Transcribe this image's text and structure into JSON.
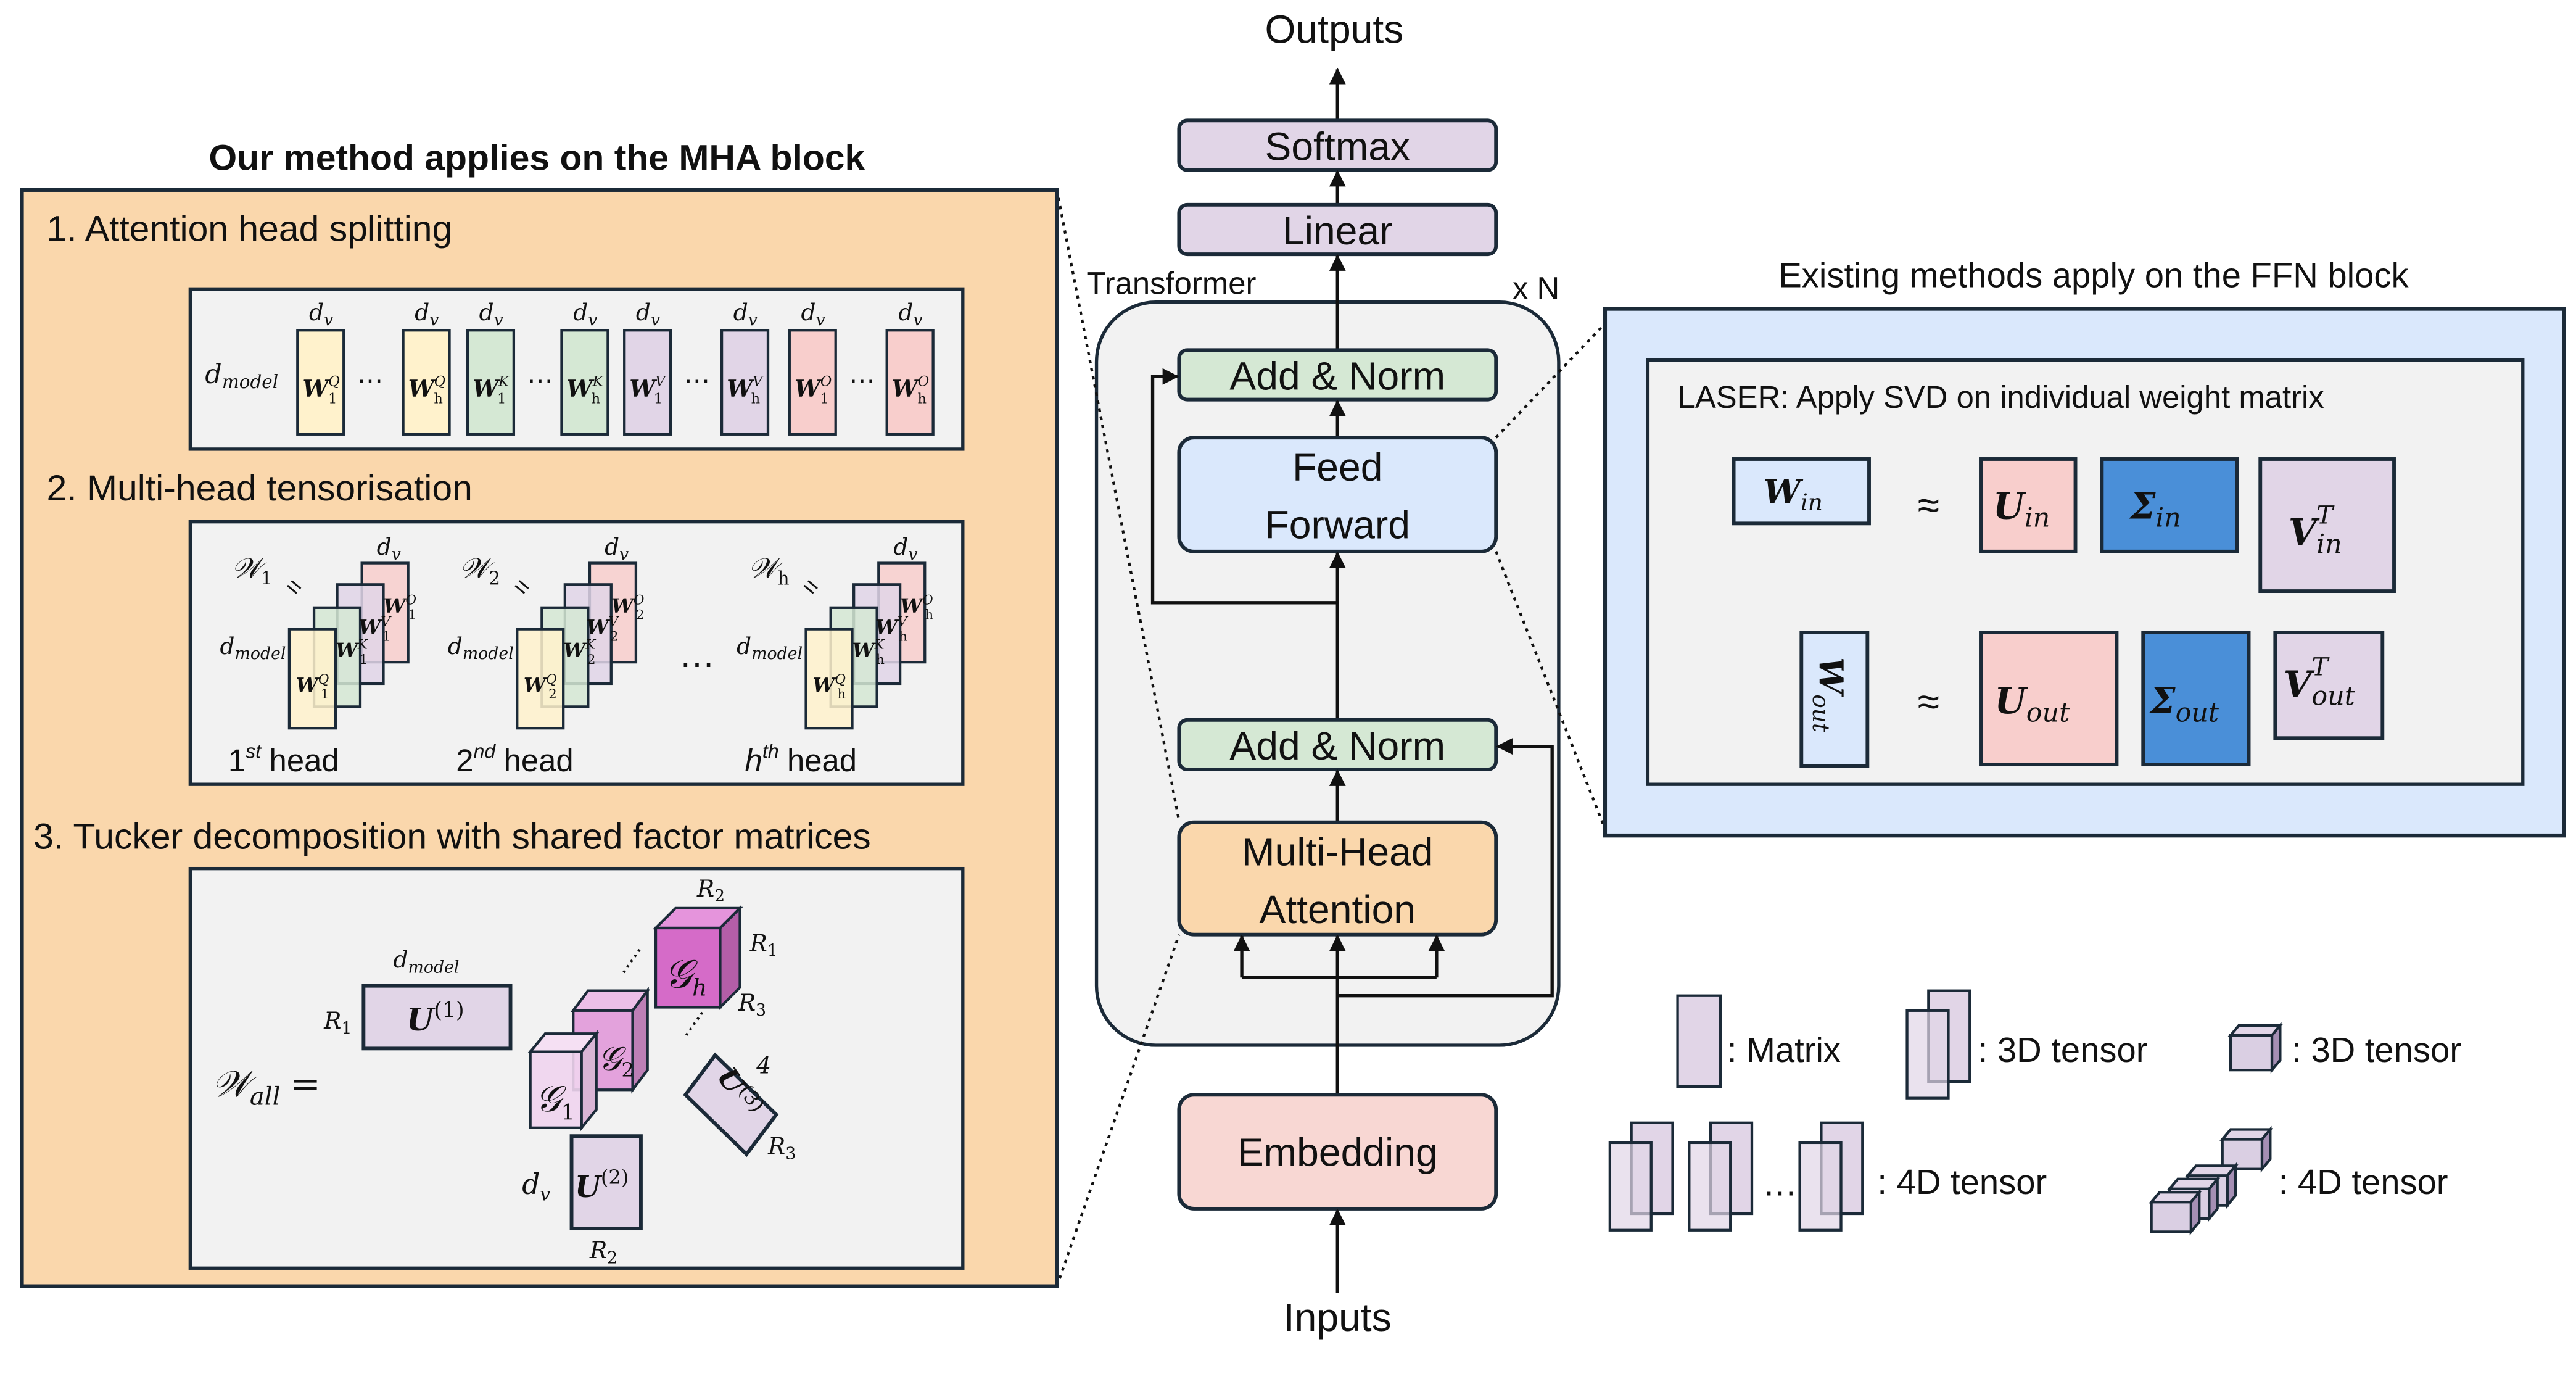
{
  "colors": {
    "lavender": "#e1d5e7",
    "green": "#d5e8d4",
    "blue_light": "#dae8fc",
    "orange": "#fad7ac",
    "pink": "#f8cecc",
    "yellow": "#fff2cc",
    "grey": "#f2f2f2",
    "sigma_blue": "#4a8fd8",
    "core_dark": "#d56bc8",
    "core_mid": "#e3a2dc",
    "core_light": "#f0d4ee",
    "stroke": "#1b2a38"
  },
  "transformer": {
    "outputs": "Outputs",
    "softmax": "Softmax",
    "linear": "Linear",
    "label": "Transformer",
    "repeat": "x N",
    "add_norm_top": "Add & Norm",
    "feed_forward_1": "Feed",
    "feed_forward_2": "Forward",
    "add_norm_bottom": "Add & Norm",
    "mha_1": "Multi-Head",
    "mha_2": "Attention",
    "embedding": "Embedding",
    "inputs": "Inputs"
  },
  "left": {
    "title": "Our method applies on the MHA block",
    "step1": {
      "title": "1. Attention head splitting",
      "row_label": {
        "base": "d",
        "sub": "model"
      },
      "col_label": {
        "base": "d",
        "sub": "v"
      },
      "matrices": [
        {
          "base": "W",
          "sup": "Q",
          "sub": "1",
          "color": "#fff2cc"
        },
        {
          "base": "W",
          "sup": "Q",
          "sub": "h",
          "color": "#fff2cc"
        },
        {
          "base": "W",
          "sup": "K",
          "sub": "1",
          "color": "#d5e8d4"
        },
        {
          "base": "W",
          "sup": "K",
          "sub": "h",
          "color": "#d5e8d4"
        },
        {
          "base": "W",
          "sup": "V",
          "sub": "1",
          "color": "#e1d5e7"
        },
        {
          "base": "W",
          "sup": "V",
          "sub": "h",
          "color": "#e1d5e7"
        },
        {
          "base": "W",
          "sup": "O",
          "sub": "1",
          "color": "#f8cecc"
        },
        {
          "base": "W",
          "sup": "O",
          "sub": "h",
          "color": "#f8cecc"
        }
      ],
      "ellipsis": "⋯"
    },
    "step2": {
      "title": "2. Multi-head tensorisation",
      "heads": [
        {
          "tensor": "𝒲",
          "index": "1",
          "caption_num": "1",
          "caption_sup": "st",
          "caption": "head"
        },
        {
          "tensor": "𝒲",
          "index": "2",
          "caption_num": "2",
          "caption_sup": "nd",
          "caption": "head"
        },
        {
          "tensor": "𝒲",
          "index": "h",
          "caption_num": "h",
          "caption_sup": "th",
          "caption": "head"
        }
      ],
      "equals": "=",
      "ellipsis": "…",
      "row_label": {
        "base": "d",
        "sub": "model"
      },
      "col_label": {
        "base": "d",
        "sub": "v"
      }
    },
    "step3": {
      "title": "3. Tucker decomposition with shared factor matrices",
      "lhs": {
        "base": "𝒲",
        "sub": "all",
        "eq": "="
      },
      "u1": {
        "base": "U",
        "sup": "(1)",
        "row": {
          "base": "R",
          "sub": "1"
        },
        "col": {
          "base": "d",
          "sub": "model"
        }
      },
      "u2": {
        "base": "U",
        "sup": "(2)",
        "row": {
          "base": "d",
          "sub": "v"
        },
        "col": {
          "base": "R",
          "sub": "2"
        }
      },
      "u3": {
        "base": "U",
        "sup": "(3)",
        "dim_top": "4",
        "dim_side": {
          "base": "R",
          "sub": "3"
        }
      },
      "cores": [
        {
          "base": "𝒢",
          "sub": "1"
        },
        {
          "base": "𝒢",
          "sub": "2"
        },
        {
          "base": "𝒢",
          "sub": "h"
        }
      ],
      "core_dims": {
        "r1": {
          "base": "R",
          "sub": "1"
        },
        "r2": {
          "base": "R",
          "sub": "2"
        },
        "r3": {
          "base": "R",
          "sub": "3"
        }
      },
      "ellipsis": "....."
    }
  },
  "right": {
    "title": "Existing methods apply on the FFN block",
    "laser_title": "LASER: Apply SVD on individual weight matrix",
    "approx": "≈",
    "row_in": {
      "w": {
        "base": "W",
        "sub": "in"
      },
      "u": {
        "base": "U",
        "sub": "in"
      },
      "s": {
        "base": "Σ",
        "sub": "in"
      },
      "v": {
        "base": "V",
        "sup": "T",
        "sub": "in"
      }
    },
    "row_out": {
      "w": {
        "base": "W",
        "sub": "out"
      },
      "u": {
        "base": "U",
        "sub": "out"
      },
      "s": {
        "base": "Σ",
        "sub": "out"
      },
      "v": {
        "base": "V",
        "sup": "T",
        "sub": "out"
      }
    }
  },
  "legend": {
    "matrix": ":  Matrix",
    "tensor3d_slices": ":  3D tensor",
    "tensor3d_cube": ":  3D tensor",
    "tensor4d_slices": ":  4D tensor",
    "tensor4d_cubes": ":  4D tensor",
    "ellipsis": "…"
  }
}
